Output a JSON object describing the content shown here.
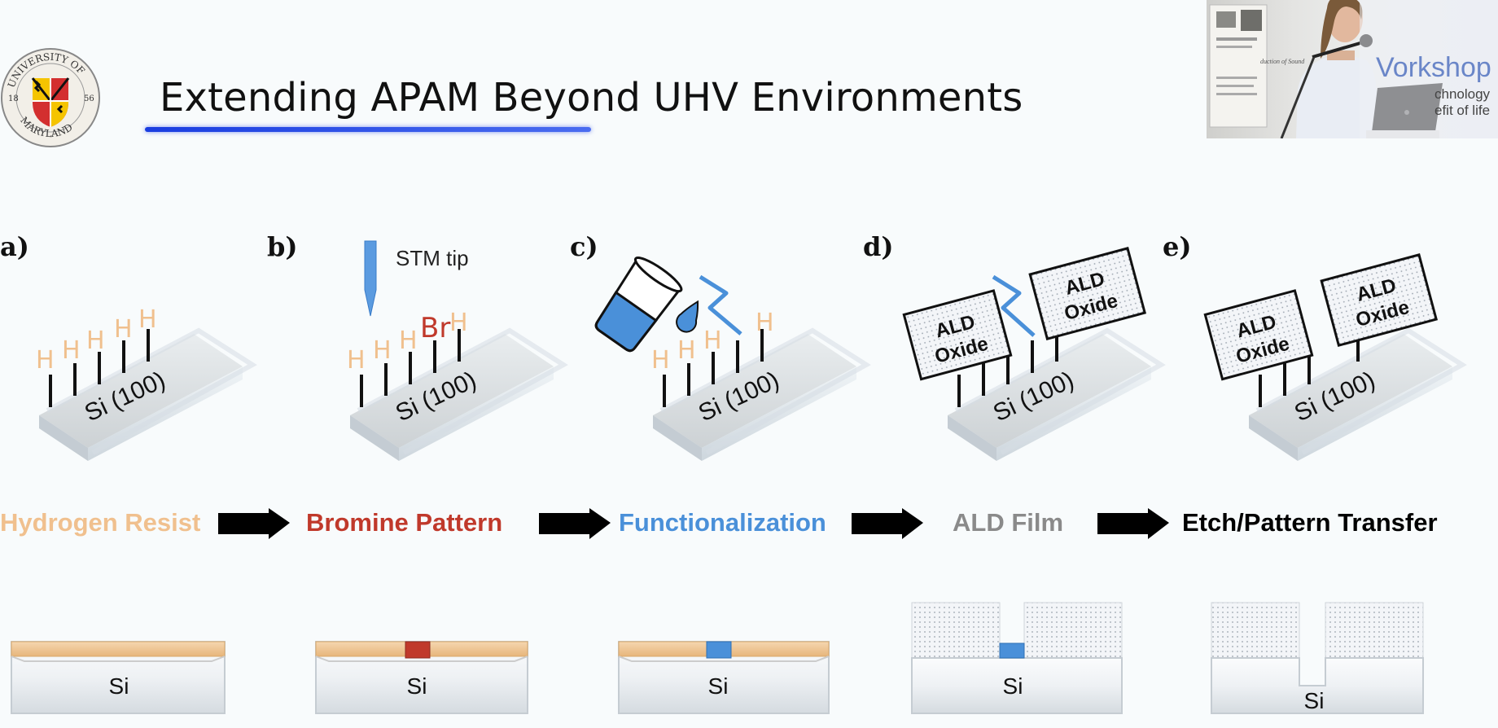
{
  "slide": {
    "title": "Extending APAM Beyond UHV Environments"
  },
  "logo": {
    "text_top": "UNIVERSITY OF",
    "text_bottom": "MARYLAND",
    "year_left": "18",
    "year_right": "56"
  },
  "video_overlay": {
    "banner_text": "Vorkshop",
    "sub_line_1": "chnology",
    "sub_line_2": "efit of life",
    "poster_text": "duction of Sound"
  },
  "colors": {
    "hydrogen": "#f0c08e",
    "bromine": "#c0392b",
    "functional": "#4a90d9",
    "ald": "#8a8a8a",
    "etch": "#000000",
    "title_underline": "#1a3de0"
  },
  "steps": [
    {
      "letter": "a)",
      "label": "Hydrogen Resist",
      "substrate": "Si (100)",
      "bottom": "Si"
    },
    {
      "letter": "b)",
      "label": "Bromine Pattern",
      "substrate": "Si (100)",
      "bottom": "Si",
      "tip_label": "STM tip",
      "atom_label": "Br"
    },
    {
      "letter": "c)",
      "label": "Functionalization",
      "substrate": "Si (100)",
      "bottom": "Si"
    },
    {
      "letter": "d)",
      "label": "ALD Film",
      "substrate": "Si (100)",
      "bottom": "Si",
      "box_text": [
        "ALD",
        "Oxide"
      ]
    },
    {
      "letter": "e)",
      "label": "Etch/Pattern Transfer",
      "substrate": "Si (100)",
      "bottom": "Si",
      "box_text": [
        "ALD",
        "Oxide"
      ]
    }
  ],
  "hydrogen_symbol": "H"
}
